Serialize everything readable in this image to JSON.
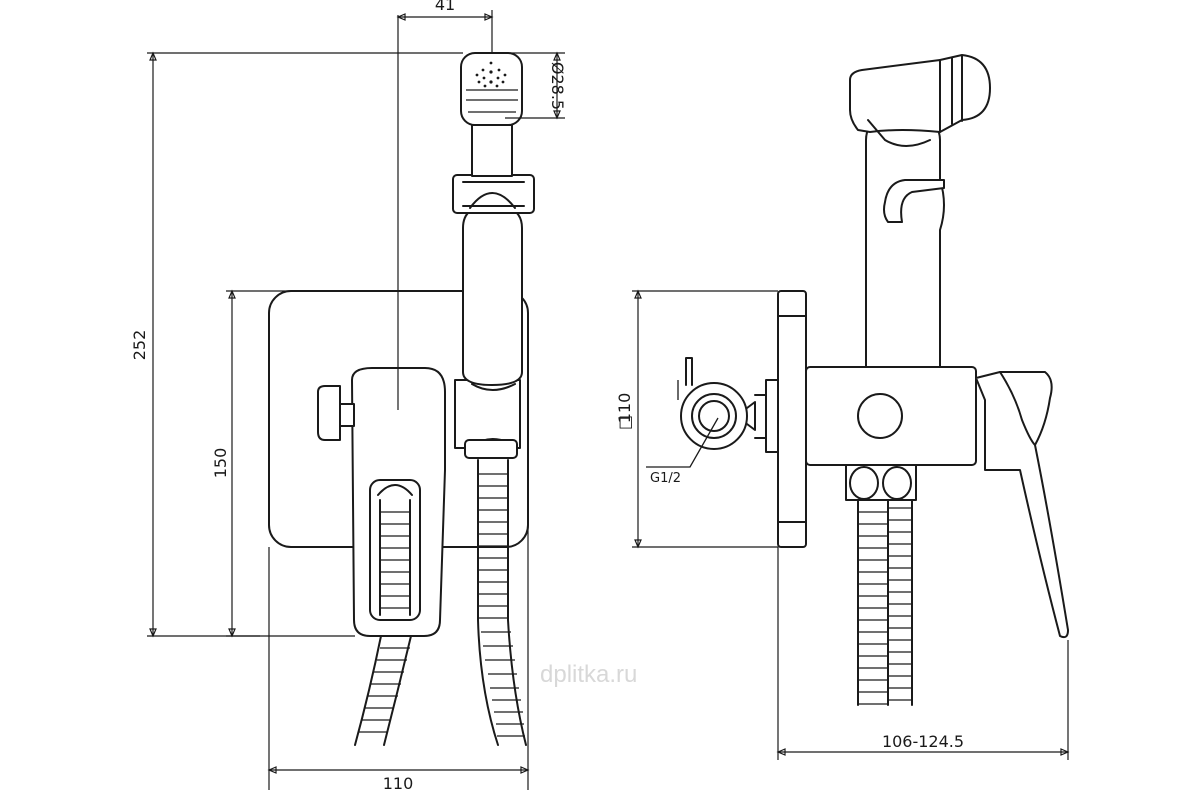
{
  "dimensions": {
    "nozzle_offset": "41",
    "nozzle_diameter": "Ø28.5",
    "total_height": "252",
    "plate_height": "150",
    "plate_width": "110",
    "side_plate_size": "110",
    "side_plate_size_symbol": "□",
    "thread": "G1/2",
    "depth_range": "106-124.5"
  },
  "watermark": "dplitka.ru"
}
